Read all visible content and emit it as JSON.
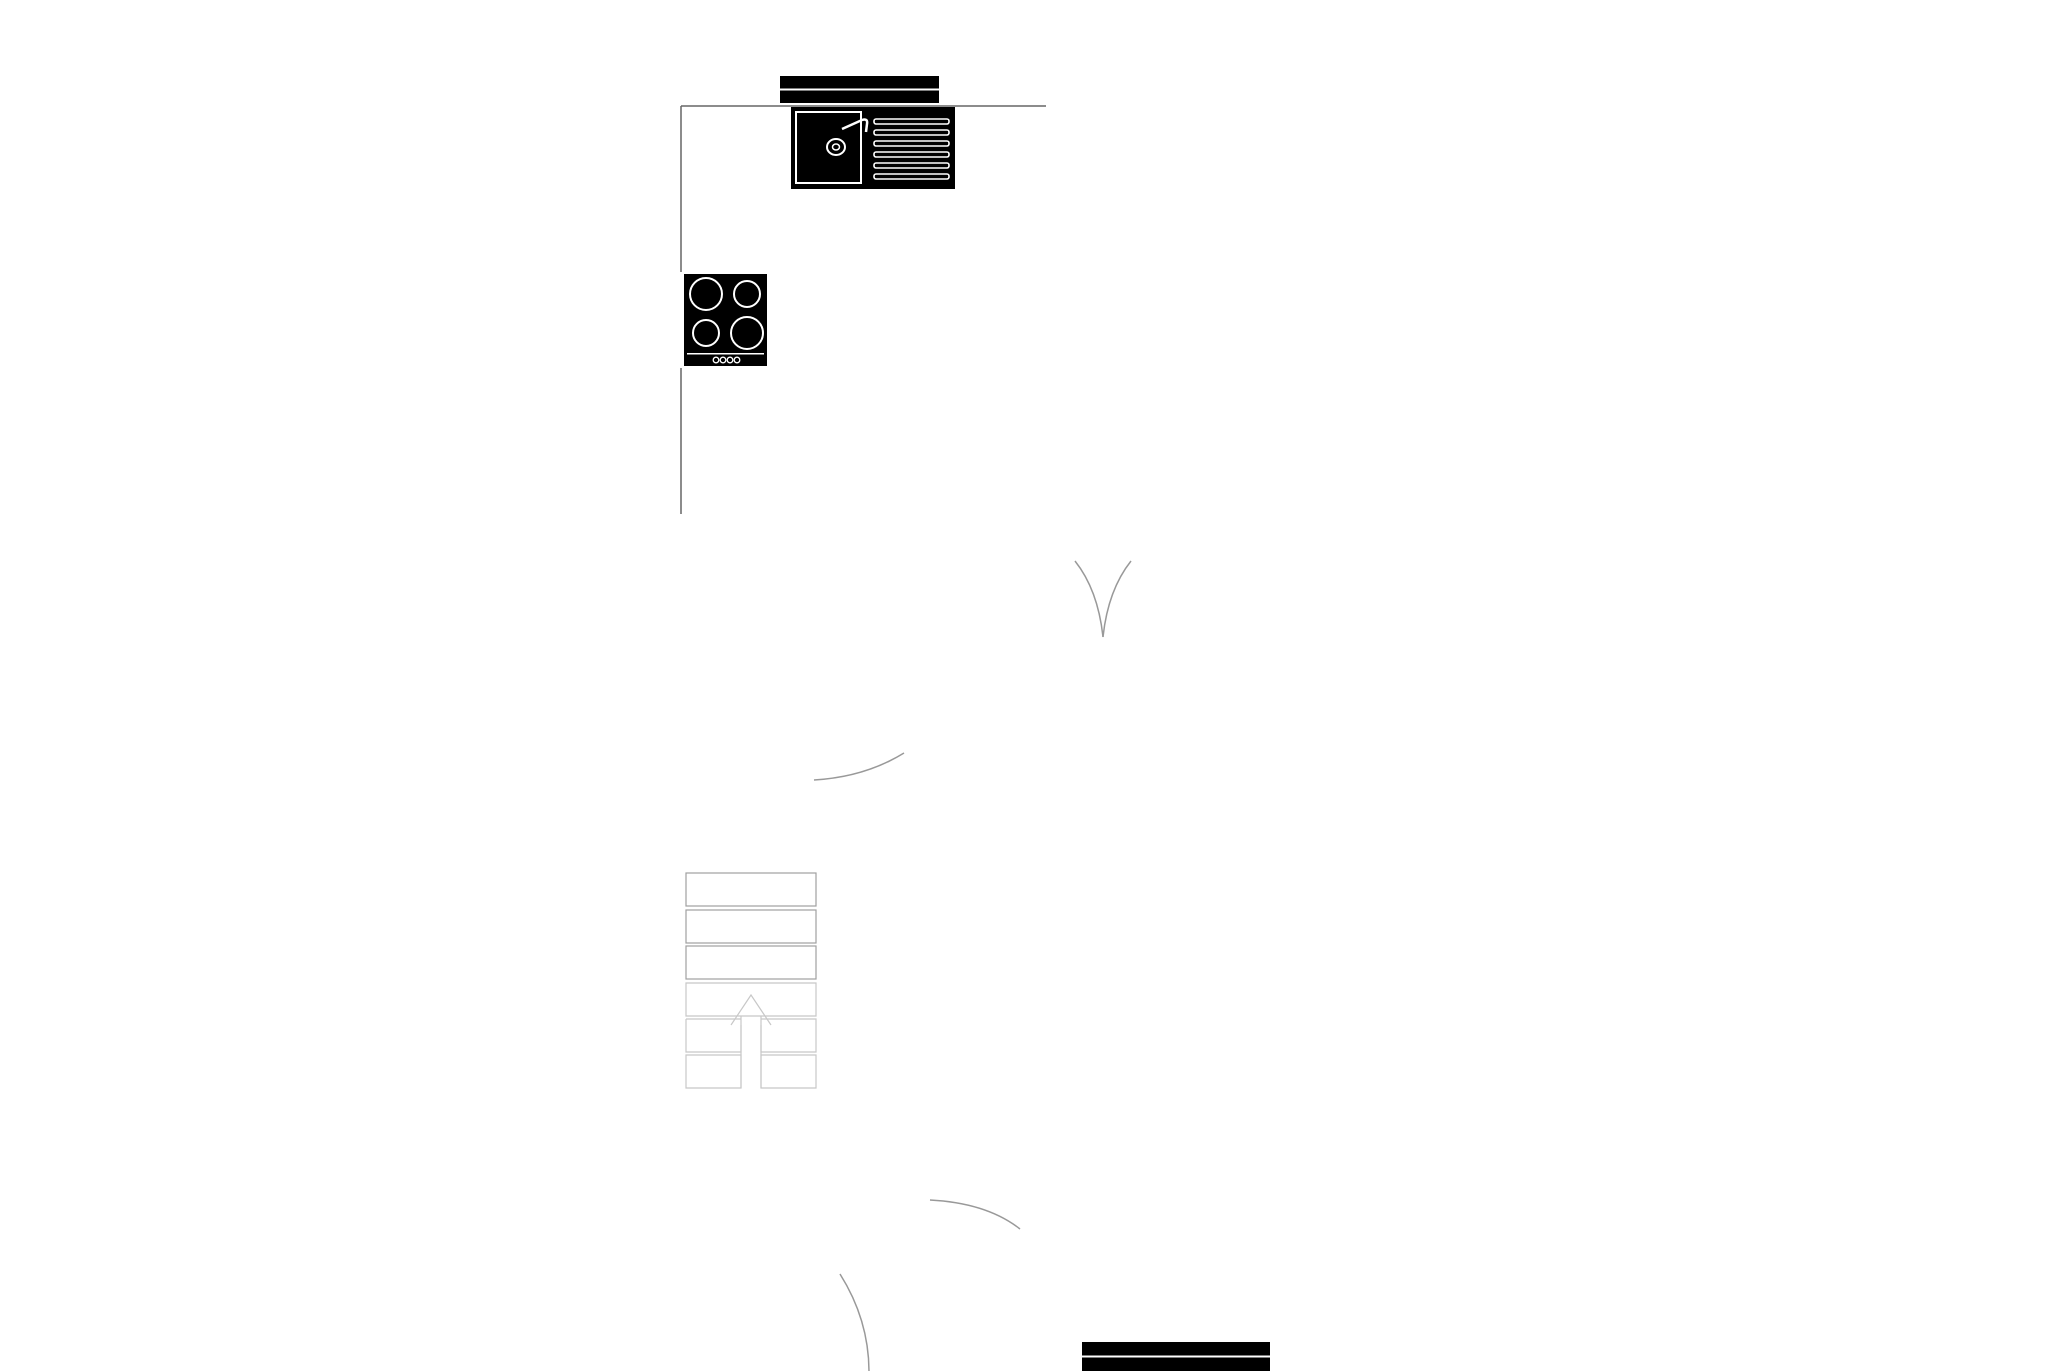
{
  "title": "",
  "colors": {
    "background": "#ffffff",
    "fixture_fill": "#000000",
    "fixture_detail": "#ffffff",
    "wall_line": "#666666",
    "door_arc": "#999999",
    "stair_line": "#c8c8c8",
    "stair_line_dark": "#a0a0a0"
  },
  "fixtures": [
    {
      "kind": "window",
      "icon": "window-icon",
      "position": "top"
    },
    {
      "kind": "sink",
      "icon": "kitchen-sink-icon",
      "features": [
        "basin",
        "faucet",
        "drainboard"
      ],
      "drainboard_ridges": 6
    },
    {
      "kind": "cooktop",
      "icon": "cooktop-icon",
      "burners": 4,
      "control_knobs": 4
    },
    {
      "kind": "staircase",
      "icon": "stair-up-arrow-icon",
      "treads": 6,
      "direction": "up"
    },
    {
      "kind": "window",
      "icon": "window-icon",
      "position": "bottom"
    }
  ],
  "door_swings": 5
}
